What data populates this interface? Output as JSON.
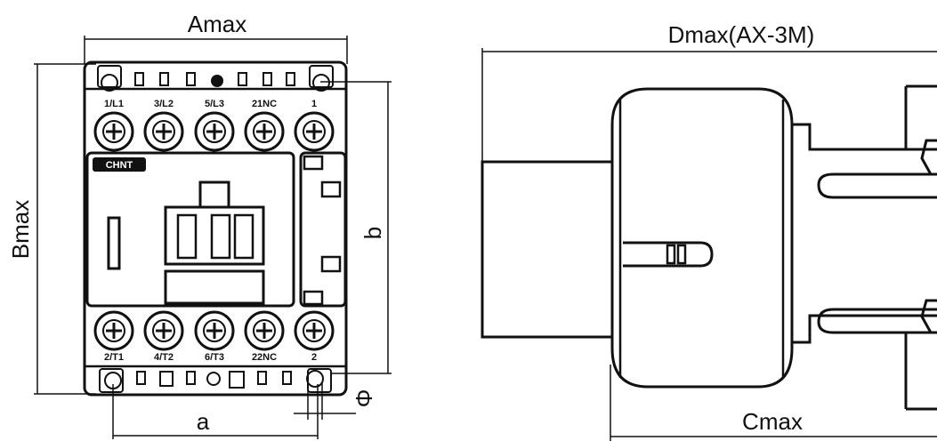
{
  "front_view": {
    "dim_width_label": "Amax",
    "dim_height_label": "Bmax",
    "dim_mount_width_label": "a",
    "dim_mount_height_label": "b",
    "dim_hole_label": "Φ",
    "brand_label": "CHNT",
    "top_terminals": [
      "1/L1",
      "3/L2",
      "5/L3",
      "21NC",
      "1"
    ],
    "bottom_terminals": [
      "2/T1",
      "4/T2",
      "6/T3",
      "22NC",
      "2"
    ]
  },
  "side_view": {
    "dim_depth_label": "Dmax(AX-3M)",
    "dim_body_depth_label": "Cmax"
  },
  "colors": {
    "line": "#111111",
    "background": "#ffffff"
  }
}
